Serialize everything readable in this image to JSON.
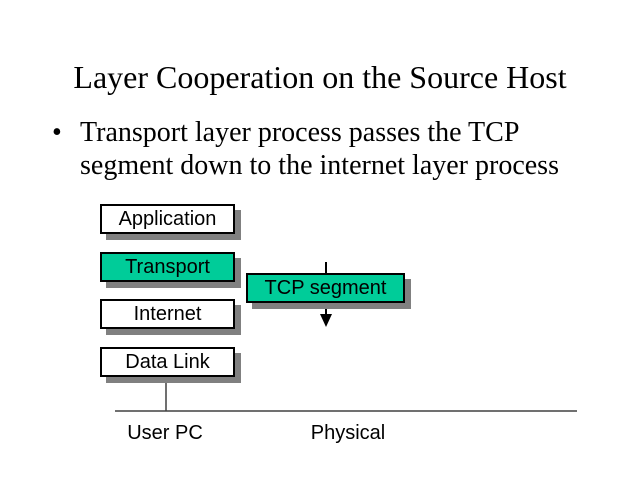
{
  "slide": {
    "title": "Layer Cooperation on the Source Host",
    "bullet": {
      "marker": "•",
      "lines": [
        "Transport layer process passes the TCP",
        "segment down to the internet layer process"
      ]
    },
    "diagram": {
      "layer_boxes": [
        {
          "label": "Application",
          "highlighted": false
        },
        {
          "label": "Transport",
          "highlighted": true
        },
        {
          "label": "Internet",
          "highlighted": false
        },
        {
          "label": "Data Link",
          "highlighted": false
        }
      ],
      "tcp_box": {
        "label": "TCP segment",
        "highlighted": true
      },
      "arrow": "down-arrow",
      "baseline_labels": [
        {
          "label": "User PC"
        },
        {
          "label": "Physical"
        }
      ]
    },
    "colors": {
      "background": "#FFFFFF",
      "highlight_green": "#00CC99",
      "shadow_gray": "#808080",
      "box_border": "#000000",
      "line_gray": "#404040",
      "text": "#000000"
    }
  }
}
